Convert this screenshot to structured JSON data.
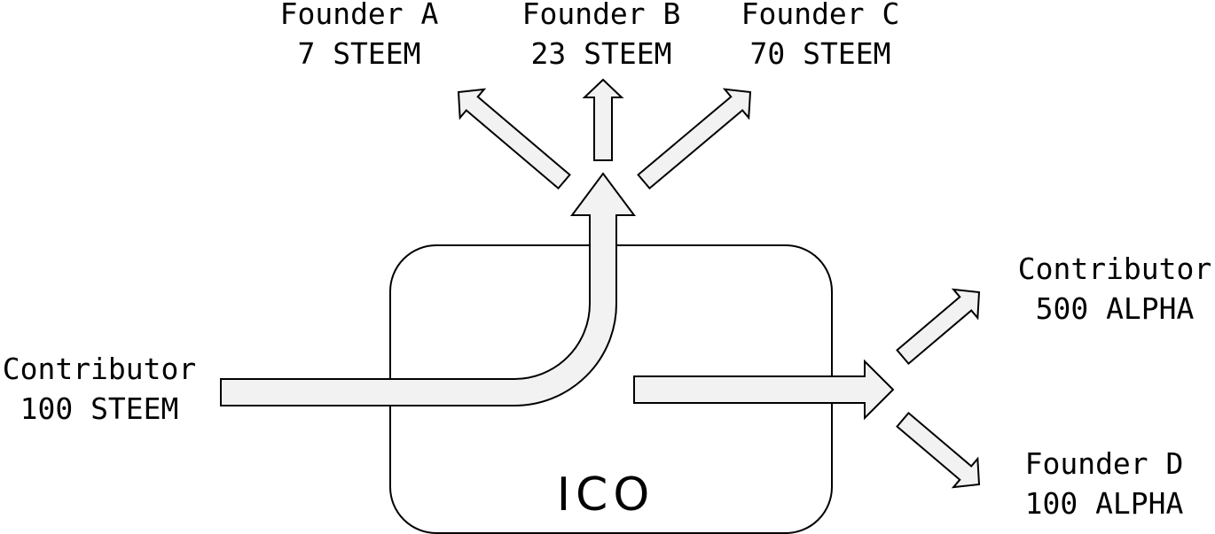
{
  "diagram": {
    "center_label": "ICO",
    "colors": {
      "arrow_fill": "#f2f2f2",
      "stroke": "#000000"
    },
    "inputs": [
      {
        "name": "Contributor",
        "amount": "100 STEEM"
      }
    ],
    "outputs_top": [
      {
        "name": "Founder A",
        "amount": "7 STEEM"
      },
      {
        "name": "Founder B",
        "amount": "23 STEEM"
      },
      {
        "name": "Founder C",
        "amount": "70 STEEM"
      }
    ],
    "outputs_right": [
      {
        "name": "Contributor",
        "amount": "500 ALPHA"
      },
      {
        "name": "Founder D",
        "amount": "100 ALPHA"
      }
    ]
  }
}
